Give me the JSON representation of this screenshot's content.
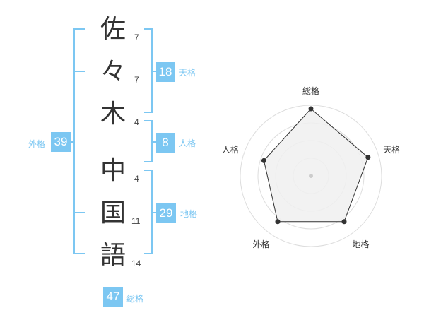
{
  "colors": {
    "accent": "#7cc7f2",
    "caption": "#7cc7f2",
    "kanji": "#333333",
    "radar_line": "#333333",
    "radar_fill": "#f0f0f0",
    "radar_ring": "#dddddd"
  },
  "name": {
    "characters": [
      {
        "char": "佐",
        "strokes": "7"
      },
      {
        "char": "々",
        "strokes": "7"
      },
      {
        "char": "木",
        "strokes": "4"
      },
      {
        "char": "中",
        "strokes": "4"
      },
      {
        "char": "国",
        "strokes": "11"
      },
      {
        "char": "語",
        "strokes": "14"
      }
    ]
  },
  "fortune": {
    "tenkaku": {
      "label": "天格",
      "value": "18"
    },
    "jinkaku": {
      "label": "人格",
      "value": "8"
    },
    "chikaku": {
      "label": "地格",
      "value": "29"
    },
    "gaikaku": {
      "label": "外格",
      "value": "39"
    },
    "soukaku": {
      "label": "総格",
      "value": "47"
    }
  },
  "chart_data": {
    "type": "radar",
    "axes": [
      "総格",
      "天格",
      "地格",
      "外格",
      "人格"
    ],
    "values": [
      0.95,
      0.85,
      0.8,
      0.8,
      0.7
    ],
    "range": [
      0,
      1
    ],
    "rings": 4
  }
}
